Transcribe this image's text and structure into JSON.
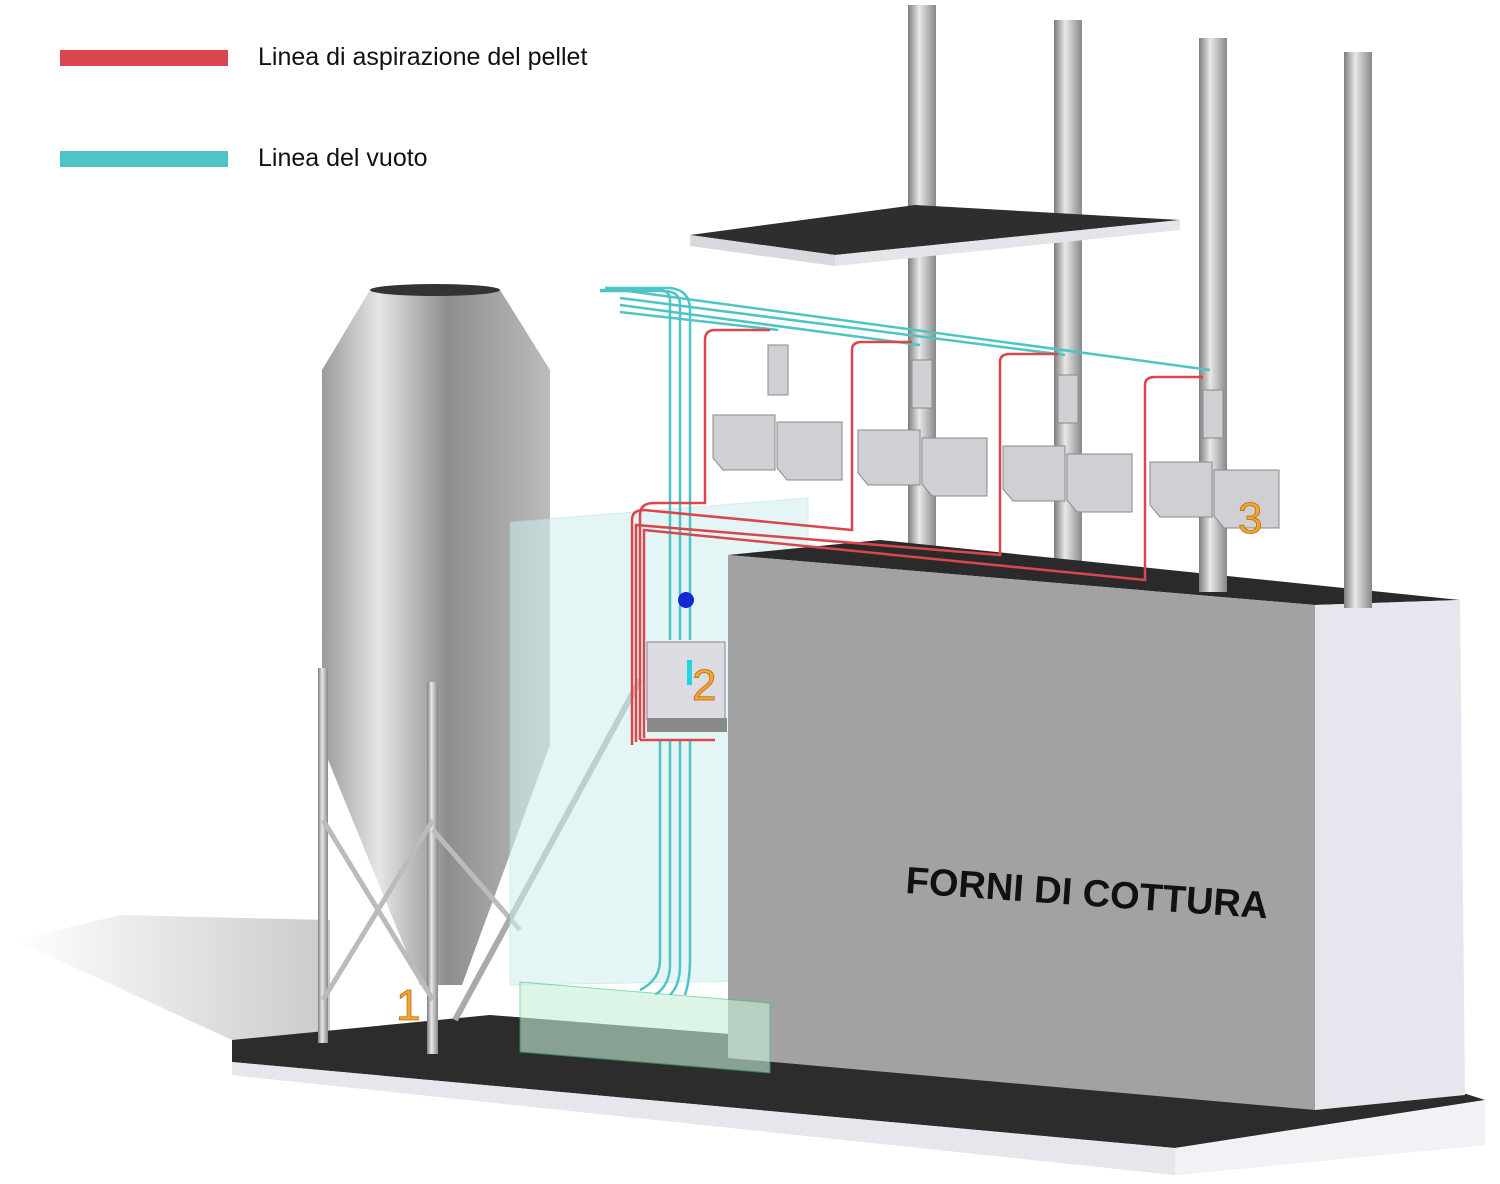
{
  "legend": [
    {
      "label": "Linea di aspirazione del pellet",
      "color": "#d9474c"
    },
    {
      "label": "Linea del vuoto",
      "color": "#4fc4c4"
    }
  ],
  "furnace_label": "FORNI DI COTTURA",
  "markers": {
    "silo": "1",
    "distributor": "2",
    "hopper": "3"
  },
  "colors": {
    "marker": "#f5a530",
    "pellet_line": "#d9474c",
    "vacuum_line": "#4fc4c4"
  }
}
